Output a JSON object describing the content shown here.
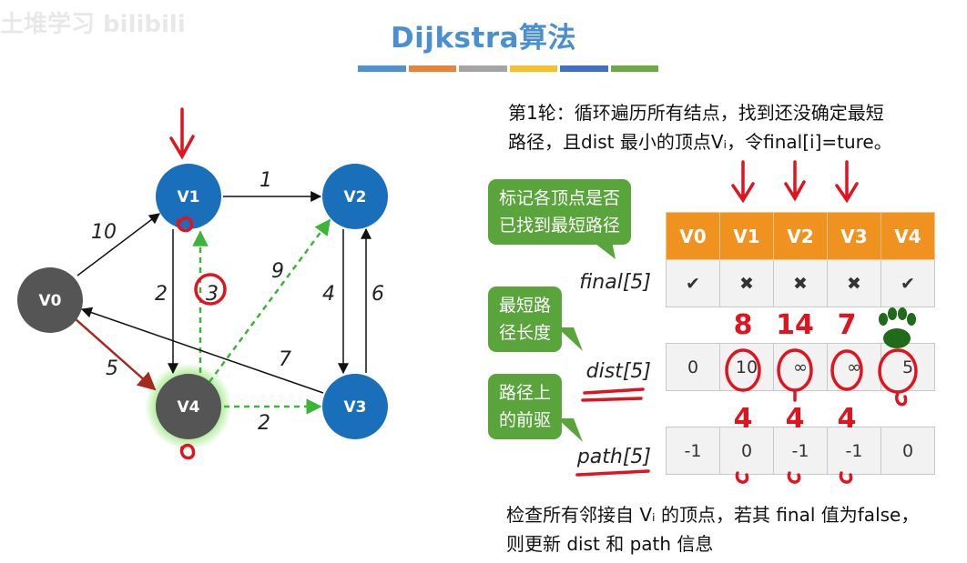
{
  "watermark": "土堆学习 bilibili",
  "title": "Dijkstra算法",
  "color_bar": [
    "#4e93d0",
    "#e8833a",
    "#a5a5a5",
    "#f3c12b",
    "#3f70c6",
    "#6aab46"
  ],
  "description": {
    "line1": "第1轮：循环遍历所有结点，找到还没确定最短",
    "line2": "路径，且dist 最小的顶点Vᵢ，令final[i]=ture。"
  },
  "footer": {
    "line1": "检查所有邻接自 Vᵢ 的顶点，若其 final 值为false，",
    "line2": "则更新 dist 和 path 信息"
  },
  "callouts": {
    "final": [
      "标记各顶点是否",
      "已找到最短路径"
    ],
    "dist": [
      "最短路",
      "径长度"
    ],
    "path": [
      "路径上",
      "的前驱"
    ]
  },
  "graph": {
    "nodes": [
      {
        "id": "V0",
        "label": "V0",
        "color": "#555555"
      },
      {
        "id": "V1",
        "label": "V1",
        "color": "#1a6fba"
      },
      {
        "id": "V2",
        "label": "V2",
        "color": "#1a6fba"
      },
      {
        "id": "V3",
        "label": "V3",
        "color": "#1a6fba"
      },
      {
        "id": "V4",
        "label": "V4",
        "color": "#555555"
      }
    ],
    "edges": [
      {
        "from": "V0",
        "to": "V1",
        "weight": "10"
      },
      {
        "from": "V1",
        "to": "V2",
        "weight": "1"
      },
      {
        "from": "V1",
        "to": "V4",
        "weight": "2"
      },
      {
        "from": "V4",
        "to": "V1",
        "weight": "3"
      },
      {
        "from": "V4",
        "to": "V2",
        "weight": "9"
      },
      {
        "from": "V2",
        "to": "V3",
        "weight": "4"
      },
      {
        "from": "V3",
        "to": "V2",
        "weight": "6"
      },
      {
        "from": "V3",
        "to": "V0",
        "weight": "7"
      },
      {
        "from": "V0",
        "to": "V4",
        "weight": "5"
      },
      {
        "from": "V4",
        "to": "V3",
        "weight": "2"
      }
    ]
  },
  "table": {
    "headers": [
      "V0",
      "V1",
      "V2",
      "V3",
      "V4"
    ],
    "rows": [
      {
        "label": "final[5]",
        "cells": [
          "✔",
          "✖",
          "✖",
          "✖",
          "✔"
        ]
      },
      {
        "label": "dist[5]",
        "cells": [
          "0",
          "10",
          "∞",
          "∞",
          "5"
        ]
      },
      {
        "label": "path[5]",
        "cells": [
          "-1",
          "0",
          "-1",
          "-1",
          "0"
        ]
      }
    ]
  },
  "handwritten": {
    "dist_updates": [
      "8",
      "14",
      "7"
    ],
    "path_updates": [
      "4",
      "4",
      "4"
    ]
  }
}
